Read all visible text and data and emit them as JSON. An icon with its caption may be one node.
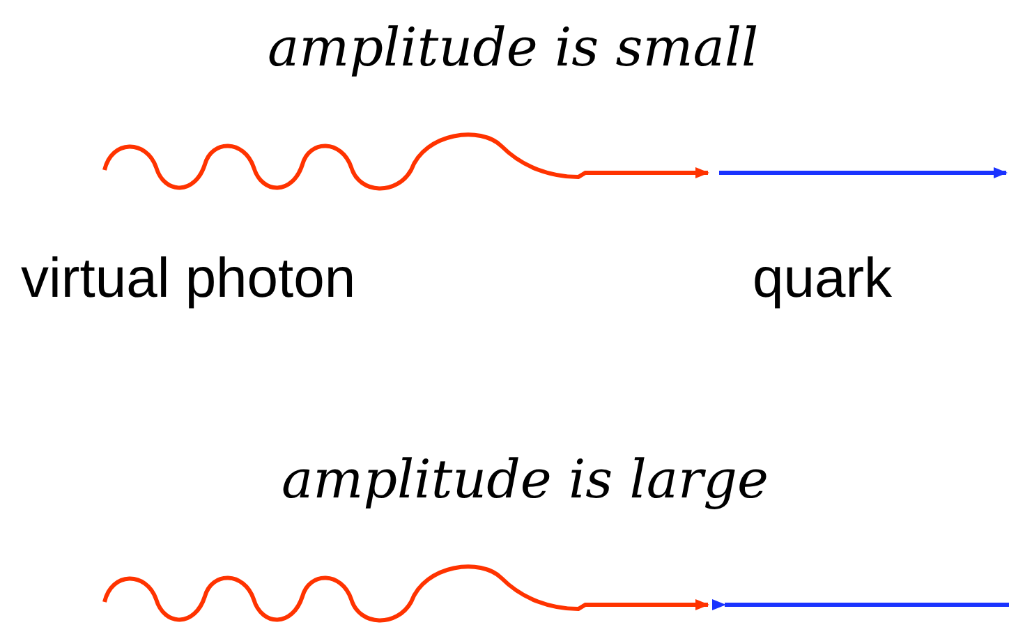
{
  "diagram": {
    "labels": [
      "amplitude is small",
      "virtual photon",
      "quark",
      "amplitude is large"
    ]
  }
}
